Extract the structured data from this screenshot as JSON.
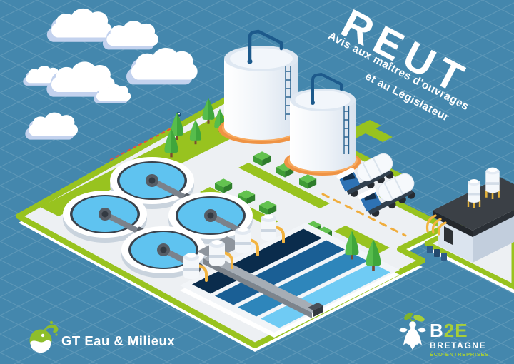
{
  "title": {
    "main": "REUT",
    "subtitle_line1": "Avis aux maîtres d'ouvrages",
    "subtitle_line2": "et au Législateur"
  },
  "footer": {
    "left_label": "GT Eau & Milieux",
    "right_brand_part1": "B",
    "right_brand_part2": "2E",
    "right_region": "BRETAGNE",
    "right_tagline": "ÉCO-ENTREPRISES"
  },
  "palette": {
    "background": "#4487AD",
    "grid_line": "rgba(255,255,255,0.13)",
    "platform_surface": "#EDF0F3",
    "border_green": "#98C31F",
    "clarifier_water": "#5FC3F0",
    "basin_dark": "#0A2C4C",
    "basin_mid": "#1A5F95",
    "basin_light": "#2E86BB",
    "basin_lightest": "#6FCBF4",
    "tank_base_orange": "#EF9344",
    "pipe_blue": "#1D5A8C",
    "pipe_yellow": "#F2B441",
    "roof_dark": "#3B4046",
    "truck_blue": "#2E72B4",
    "cloud_shadow": "#C3D2EE",
    "logo_green": "#8EBE2B",
    "dashed_red": "#E8503A",
    "dashed_yellow": "#F0AD3D"
  },
  "scene": {
    "description": "Isometric wastewater treatment plant for water reuse (REUT)",
    "clouds": 7,
    "clarifiers": 4,
    "storage_tanks": 2,
    "aeration_channels": 4,
    "dosing_tanks": 4,
    "tanker_trucks": 2,
    "buildings": 1
  }
}
